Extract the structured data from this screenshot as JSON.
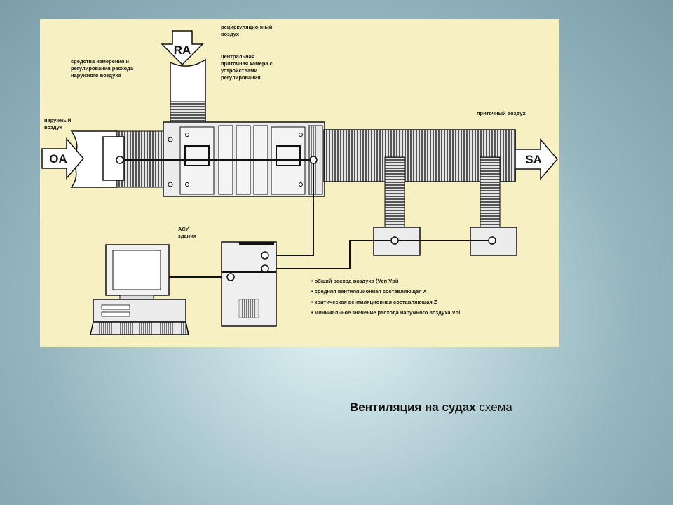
{
  "diagram": {
    "labels": {
      "recirc": [
        "рециркуляционный",
        "воздух"
      ],
      "central": [
        "центральная",
        "приточная камера с",
        "устройствами",
        "регулирования"
      ],
      "measure": [
        "средства измерения и",
        "регулирования расхода",
        "наружного воздуха"
      ],
      "outdoor": [
        "наружный",
        "воздух"
      ],
      "supply": "приточный воздух",
      "bms": [
        "АСУ",
        "здания"
      ]
    },
    "arrows": {
      "oa": "OA",
      "ra": "RA",
      "sa": "SA"
    },
    "bullets": [
      "• общий расход воздуха (Vсп Vрі)",
      "• средняя вентиляционная составляющая X",
      "• критическая вентиляционная составляющая Z",
      "• минимальное значение расхода наружного воздуха Vпі"
    ]
  },
  "caption": {
    "bold": "Вентиляция на судах",
    "normal": "схема"
  },
  "colors": {
    "panel": "#f6f0c2",
    "line": "#111111",
    "duct": "#d2d2d2"
  }
}
